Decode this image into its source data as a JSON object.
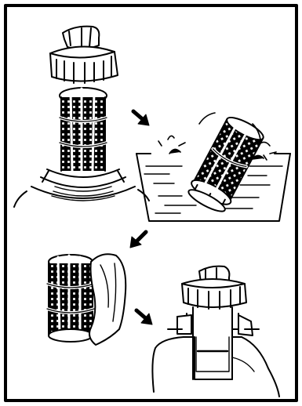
{
  "figure": {
    "panels": [
      {
        "name": "remove-filter-from-cap",
        "icon": "filter-cap-removal"
      },
      {
        "name": "wash-filter-in-basin",
        "icon": "filter-wash"
      },
      {
        "name": "wipe-filter-with-cloth",
        "icon": "filter-wipe"
      },
      {
        "name": "reinstall-filter",
        "icon": "filter-reinstall"
      }
    ],
    "arrows": [
      "arrow-icon",
      "arrow-icon",
      "arrow-icon"
    ],
    "colors": {
      "ink": "#000000",
      "paper": "#ffffff"
    }
  }
}
